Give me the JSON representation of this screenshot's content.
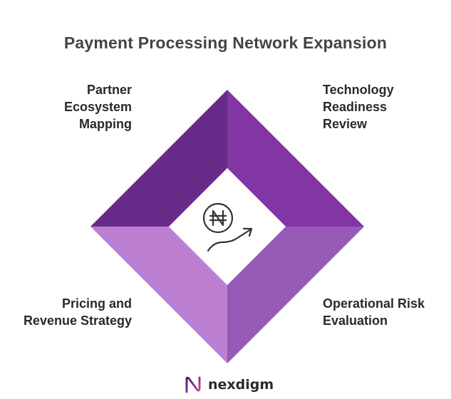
{
  "title": "Payment Processing Network Expansion",
  "segments": {
    "top_left": {
      "label": "Partner\nEcosystem\nMapping",
      "color": "#6b2d8c"
    },
    "top_right": {
      "label": "Technology\nReadiness\nReview",
      "color": "#8236a3"
    },
    "bottom_left": {
      "label": "Pricing and\nRevenue Strategy",
      "color": "#bd7fd0"
    },
    "bottom_right": {
      "label": "Operational Risk\nEvaluation",
      "color": "#9659b6"
    }
  },
  "center_icon": "naira-growth-icon",
  "brand": {
    "name": "nexdigm",
    "logo_icon": "nexdigm-logo-icon"
  }
}
